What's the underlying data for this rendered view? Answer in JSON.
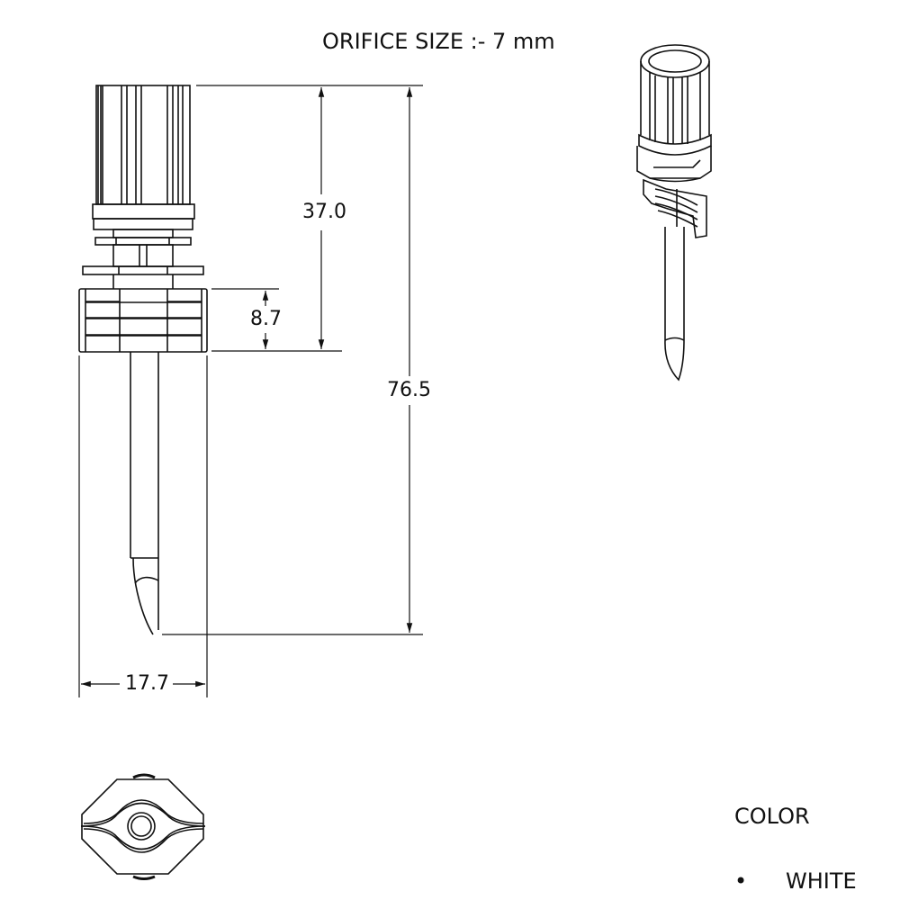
{
  "title": "ORIFICE SIZE :- 7 mm",
  "dimensions": {
    "cap_height": "37.0",
    "nut_height": "8.7",
    "overall_height": "76.5",
    "width": "17.7"
  },
  "color_section": {
    "label": "COLOR",
    "bullet": "•",
    "options": [
      "WHITE"
    ]
  }
}
